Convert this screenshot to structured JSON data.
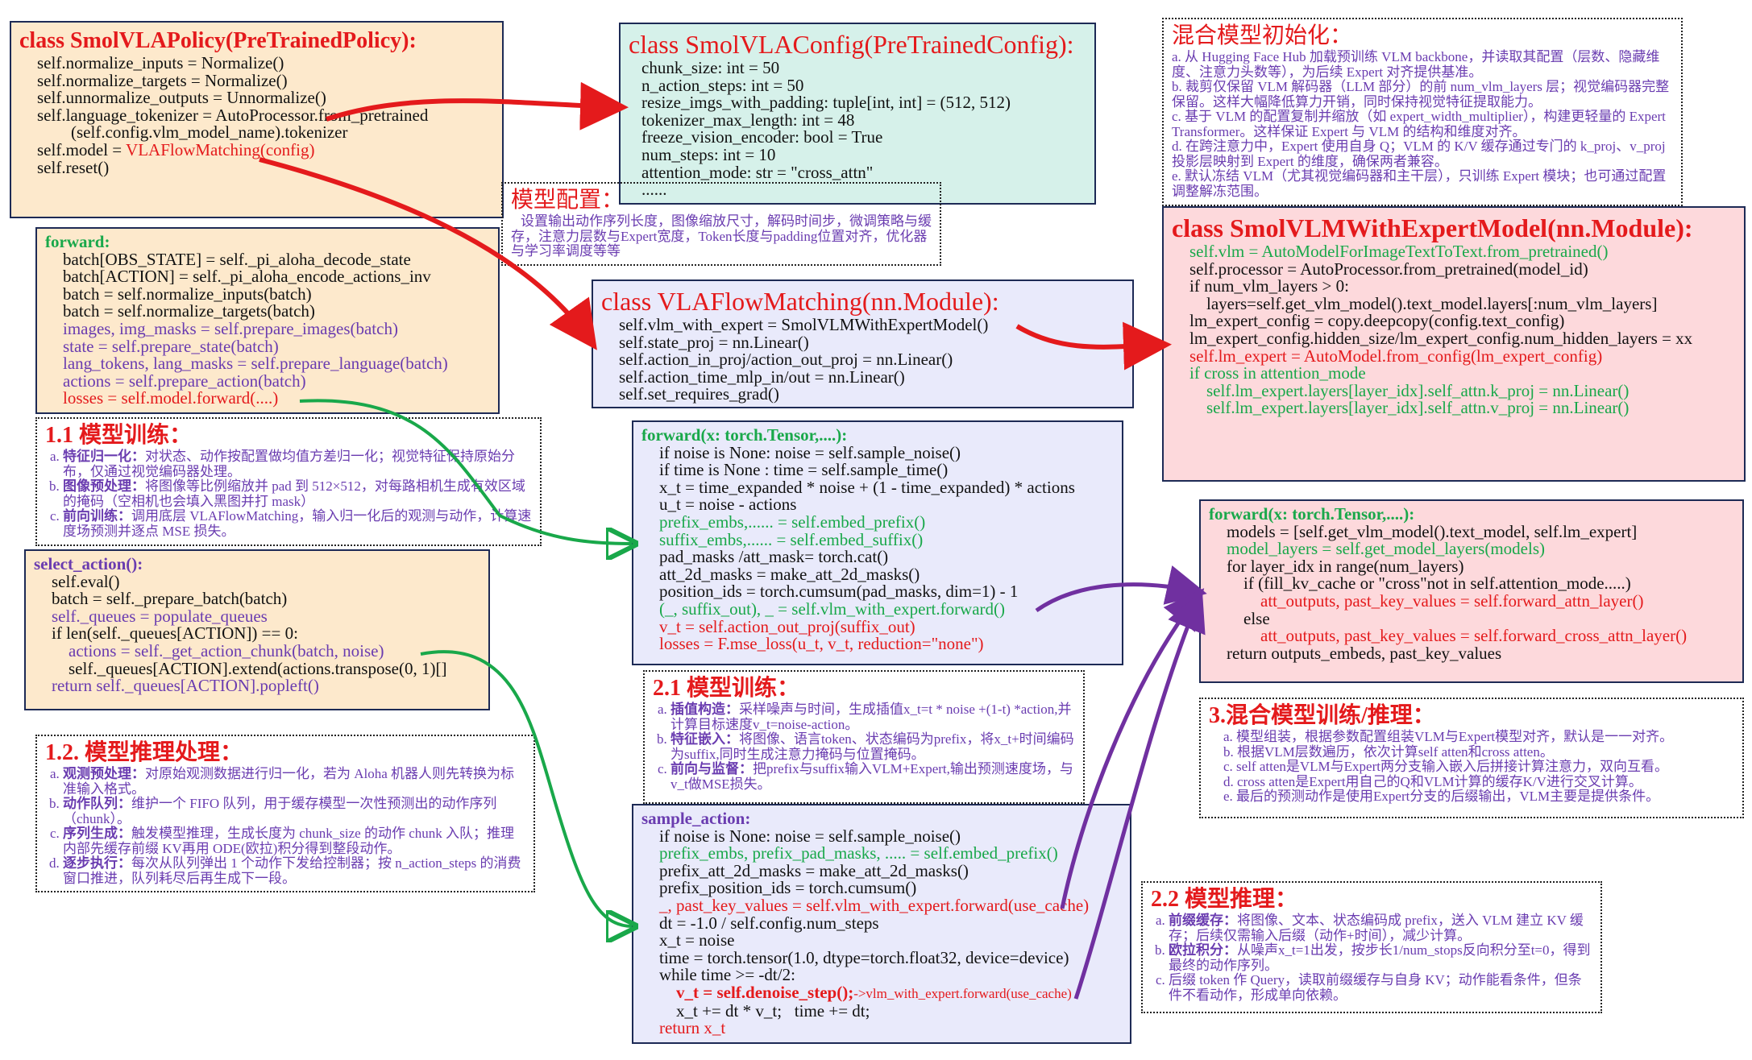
{
  "policy": {
    "title": "class SmolVLAPolicy(PreTrainedPolicy):",
    "lines": [
      "self.normalize_inputs = Normalize()",
      "self.normalize_targets = Normalize()",
      "self.unnormalize_outputs = Unnormalize()",
      "self.language_tokenizer = AutoProcessor.from_pretrained",
      "        (self.config.vlm_model_name).tokenizer",
      "self.model = ",
      "self.reset()"
    ],
    "model_call": "VLAFlowMatching(config)"
  },
  "config": {
    "title": "class SmolVLAConfig(PreTrainedConfig):",
    "lines": [
      "chunk_size: int = 50",
      "n_action_steps: int = 50",
      "resize_imgs_with_padding: tuple[int, int] = (512, 512)",
      "tokenizer_max_length: int = 48",
      "freeze_vision_encoder: bool = True",
      "num_steps: int = 10",
      "attention_mode: str = \"cross_attn\"",
      "......"
    ]
  },
  "config_note": {
    "title": "模型配置：",
    "text": "设置输出动作序列长度，图像缩放尺寸，解码时间步，微调策略与缓存，注意力层数与Expert宽度，Token长度与padding位置对齐，优化器与学习率调度等等"
  },
  "init_note": {
    "title": "混合模型初始化：",
    "items": [
      "a. 从 Hugging Face Hub 加载预训练 VLM backbone，并读取其配置（层数、隐藏维度、注意力头数等），为后续 Expert 对齐提供基准。",
      "b. 裁剪仅保留 VLM 解码器（LLM 部分）的前 num_vlm_layers 层；视觉编码器完整保留。这样大幅降低算力开销，同时保持视觉特征提取能力。",
      "c. 基于 VLM 的配置复制并缩放（如 expert_width_multiplier），构建更轻量的 Expert Transformer。这样保证 Expert 与 VLM 的结构和维度对齐。",
      "d. 在跨注意力中，Expert 使用自身 Q；VLM 的 K/V 缓存通过专门的 k_proj、v_proj 投影层映射到 Expert 的维度，确保两者兼容。",
      "e. 默认冻结 VLM（尤其视觉编码器和主干层），只训练 Expert 模块；也可通过配置调整解冻范围。"
    ]
  },
  "forward1": {
    "head": "forward:",
    "lines_black": [
      "batch[OBS_STATE] = self._pi_aloha_decode_state",
      "batch[ACTION] = self._pi_aloha_encode_actions_inv",
      "batch = self.normalize_inputs(batch)",
      "batch = self.normalize_targets(batch)"
    ],
    "lines_purple": [
      "images, img_masks = self.prepare_images(batch)",
      "state = self.prepare_state(batch)",
      "lang_tokens, lang_masks = self.prepare_language(batch)",
      "actions = self.prepare_action(batch)"
    ],
    "line_red": "losses = self.model.forward(....)"
  },
  "expert_model": {
    "title": "class SmolVLMWithExpertModel(nn.Module):",
    "lines": [
      {
        "t": "self.vlm = AutoModelForImageTextToText.from_pretrained()",
        "c": "grn"
      },
      {
        "t": "self.processor = AutoProcessor.from_pretrained(model_id)",
        "c": "blk"
      },
      {
        "t": "if num_vlm_layers > 0:",
        "c": "blk"
      },
      {
        "t": "    layers=self.get_vlm_model().text_model.layers[:num_vlm_layers]",
        "c": "blk"
      },
      {
        "t": "lm_expert_config = copy.deepcopy(config.text_config)",
        "c": "blk"
      },
      {
        "t": "lm_expert_config.hidden_size/lm_expert_config.num_hidden_layers = xx",
        "c": "blk"
      },
      {
        "t": "self.lm_expert = AutoModel.from_config(lm_expert_config)",
        "c": "red"
      },
      {
        "t": "if cross in attention_mode",
        "c": "grn"
      },
      {
        "t": "    self.lm_expert.layers[layer_idx].self_attn.k_proj = nn.Linear()",
        "c": "grn"
      },
      {
        "t": "    self.lm_expert.layers[layer_idx].self_attn.v_proj = nn.Linear()",
        "c": "grn"
      }
    ]
  },
  "flow": {
    "title": "class VLAFlowMatching(nn.Module):",
    "lines": [
      "self.vlm_with_expert = SmolVLMWithExpertModel()",
      "self.state_proj = nn.Linear()",
      "self.action_in_proj/action_out_proj = nn.Linear()",
      "self.action_time_mlp_in/out = nn.Linear()",
      "self.set_requires_grad()"
    ]
  },
  "train_note": {
    "title": "1.1 模型训练：",
    "items": [
      {
        "b": "特征归一化：",
        "t": "对状态、动作按配置做均值方差归一化；视觉特征保持原始分布，仅通过视觉编码器处理。"
      },
      {
        "b": "图像预处理：",
        "t": "将图像等比例缩放并 pad 到 512×512，对每路相机生成有效区域的掩码（空相机也会填入黑图并打 mask）"
      },
      {
        "b": "前向训练：",
        "t": "调用底层 VLAFlowMatching，输入归一化后的观测与动作，计算速度场预测并逐点 MSE 损失。"
      }
    ]
  },
  "forward2": {
    "head": "forward(x: torch.Tensor,....):",
    "lines": [
      {
        "t": "if noise is None: noise = self.sample_noise()",
        "c": "blk"
      },
      {
        "t": "if time is None : time = self.sample_time()",
        "c": "blk"
      },
      {
        "t": "x_t = time_expanded * noise + (1 - time_expanded) * actions",
        "c": "blk"
      },
      {
        "t": "u_t = noise - actions",
        "c": "blk"
      },
      {
        "t": "prefix_embs,...... = self.embed_prefix()",
        "c": "grn"
      },
      {
        "t": "suffix_embs,...... = self.embed_suffix()",
        "c": "grn"
      },
      {
        "t": "pad_masks /att_mask= torch.cat()",
        "c": "blk"
      },
      {
        "t": "att_2d_masks = make_att_2d_masks()",
        "c": "blk"
      },
      {
        "t": "position_ids = torch.cumsum(pad_masks, dim=1) - 1",
        "c": "blk"
      },
      {
        "t": "(_, suffix_out), _ = self.vlm_with_expert.forward()",
        "c": "grn"
      },
      {
        "t": "v_t = self.action_out_proj(suffix_out)",
        "c": "red"
      },
      {
        "t": "losses = F.mse_loss(u_t, v_t, reduction=\"none\")",
        "c": "red"
      }
    ]
  },
  "forward3": {
    "head": "forward(x: torch.Tensor,....):",
    "lines": [
      {
        "t": "models = [self.get_vlm_model().text_model, self.lm_expert]",
        "c": "blk"
      },
      {
        "t": "model_layers = self.get_model_layers(models)",
        "c": "grn"
      },
      {
        "t": "for layer_idx in range(num_layers)",
        "c": "blk"
      },
      {
        "t": "    if (fill_kv_cache or \"cross\"not in self.attention_mode.....)",
        "c": "blk"
      },
      {
        "t": "        att_outputs, past_key_values = self.forward_attn_layer()",
        "c": "red"
      },
      {
        "t": "    else",
        "c": "blk"
      },
      {
        "t": "        att_outputs, past_key_values = self.forward_cross_attn_layer()",
        "c": "red"
      },
      {
        "t": "return outputs_embeds, past_key_values",
        "c": "blk"
      }
    ]
  },
  "select_action": {
    "head": "select_action():",
    "lines": [
      {
        "t": "self.eval()",
        "c": "blk"
      },
      {
        "t": "batch = self._prepare_batch(batch)",
        "c": "blk"
      },
      {
        "t": "self._queues = populate_queues",
        "c": "pur"
      },
      {
        "t": "if len(self._queues[ACTION]) == 0:",
        "c": "blk"
      },
      {
        "t": "    actions = self._get_action_chunk(batch, noise)",
        "c": "pur"
      },
      {
        "t": "    self._queues[ACTION].extend(actions.transpose(0, 1)[]",
        "c": "blk"
      },
      {
        "t": "return self._queues[ACTION].popleft()",
        "c": "pur"
      }
    ]
  },
  "train2_note": {
    "title": "2.1 模型训练：",
    "items": [
      {
        "b": "插值构造：",
        "t": "采样噪声与时间，生成插值x_t=t * noise +(1-t) *action,并计算目标速度v_t=noise-action。"
      },
      {
        "b": "特征嵌入：",
        "t": "将图像、语言token、状态编码为prefix，将x_t+时间编码为suffix,同时生成注意力掩码与位置掩码。"
      },
      {
        "b": "前向与监督：",
        "t": "把prefix与suffix输入VLM+Expert,输出预测速度场，与v_t做MSE损失。"
      }
    ]
  },
  "hybrid_note": {
    "title": "3.混合模型训练/推理：",
    "items": [
      "a. 模型组装，根据参数配置组装VLM与Expert模型对齐，默认是一一对齐。",
      "b. 根据VLM层数遍历，依次计算self atten和cross atten。",
      "c. self atten是VLM与Expert两分支输入嵌入后拼接计算注意力，双向互看。",
      "d. cross atten是Expert用自己的Q和VLM计算的缓存K/V进行交叉计算。",
      "e. 最后的预测动作是使用Expert分支的后缀输出，VLM主要是提供条件。"
    ]
  },
  "infer_note": {
    "title": "1.2. 模型推理处理：",
    "items": [
      {
        "b": "观测预处理：",
        "t": "对原始观测数据进行归一化，若为 Aloha 机器人则先转换为标准输入格式。"
      },
      {
        "b": "动作队列：",
        "t": "维护一个 FIFO 队列，用于缓存模型一次性预测出的动作序列（chunk）。"
      },
      {
        "b": "序列生成：",
        "t": "触发模型推理，生成长度为 chunk_size 的动作 chunk 入队；推理内部先缓存前缀 KV再用 ODE(欧拉)积分得到整段动作。"
      },
      {
        "b": "逐步执行：",
        "t": "每次从队列弹出 1 个动作下发给控制器；按 n_action_steps 的消费窗口推进，队列耗尽后再生成下一段。"
      }
    ]
  },
  "sample_action": {
    "head": "sample_action:",
    "lines": [
      {
        "t": "if noise is None: noise = self.sample_noise()",
        "c": "blk"
      },
      {
        "t": "prefix_embs, prefix_pad_masks, ..... = self.embed_prefix()",
        "c": "grn"
      },
      {
        "t": "prefix_att_2d_masks = make_att_2d_masks()",
        "c": "blk"
      },
      {
        "t": "prefix_position_ids = torch.cumsum()",
        "c": "blk"
      },
      {
        "t": "_, past_key_values = self.vlm_with_expert.forward(use_cache)",
        "c": "red"
      },
      {
        "t": "dt = -1.0 / self.config.num_steps",
        "c": "blk"
      },
      {
        "t": "x_t = noise",
        "c": "blk"
      },
      {
        "t": "time = torch.tensor(1.0, dtype=torch.float32, device=device)",
        "c": "blk"
      },
      {
        "t": "while time >= -dt/2:",
        "c": "blk"
      }
    ],
    "denoise": "    v_t = self.denoise_step();",
    "denoise_note": "->vlm_with_expert.forward(use_cache)",
    "tail": [
      {
        "t": "    x_t += dt * v_t;   time += dt;",
        "c": "blk"
      },
      {
        "t": "return x_t",
        "c": "red"
      }
    ]
  },
  "infer2_note": {
    "title": "2.2 模型推理：",
    "items": [
      {
        "b": "前缀缓存：",
        "t": "将图像、文本、状态编码成 prefix，送入 VLM 建立 KV 缓存；后续仅需输入后缀（动作+时间），减少计算。"
      },
      {
        "b": "欧拉积分：",
        "t": "从噪声x_t=1出发，按步长1/num_stops反向积分至t=0，得到最终的动作序列。"
      },
      {
        "b": "",
        "t": "后缀 token 作 Query，读取前缀缓存与自身 KV；动作能看条件，但条件不看动作，形成单向依赖。"
      }
    ]
  },
  "colors": {
    "orange_box": "#fde9cc",
    "teal_box": "#d6f1ea",
    "lav_box": "#e9eafb",
    "pink_box": "#fdd9dc",
    "arrow_red": "#e41a1c",
    "arrow_green": "#19a84a",
    "arrow_purple": "#7030a0"
  }
}
